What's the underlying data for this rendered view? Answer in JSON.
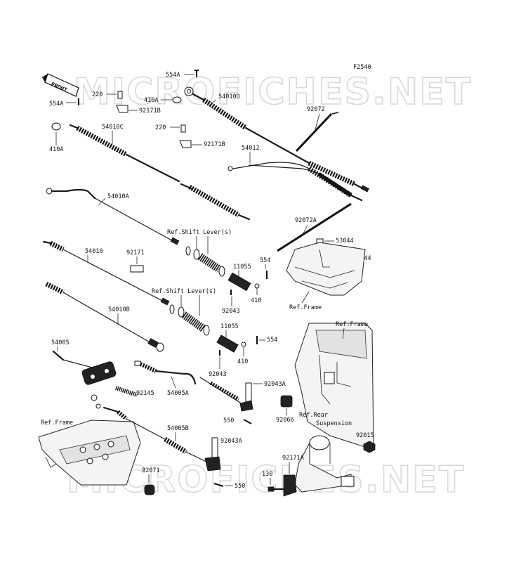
{
  "figure_code": "F2540",
  "watermark": "MICROFICHES.NET",
  "front_arrow_label": "FRONT",
  "labels": {
    "l554A_top": "554A",
    "l554A_left": "554A",
    "l220_a": "220",
    "l220_b": "220",
    "l410A_a": "410A",
    "l410A_b": "410A",
    "l92171B_a": "92171B",
    "l92171B_b": "92171B",
    "l54010D": "54010D",
    "l54010C": "54010C",
    "l92072": "92072",
    "l54012": "54012",
    "l54010A": "54010A",
    "l92072A": "92072A",
    "l53044_a": "53044",
    "l53044_b": "53044",
    "l_refshift_a": "Ref.Shift Lever(s)",
    "l_refshift_b": "Ref.Shift Lever(s)",
    "l54010": "54010",
    "l92171": "92171",
    "l11055_a": "11055",
    "l11055_b": "11055",
    "l554_a": "554",
    "l554_b": "554",
    "l410_a": "410",
    "l410_b": "410",
    "l92043_a": "92043",
    "l92043_b": "92043",
    "l_refframe_a": "Ref.Frame",
    "l_refframe_b": "Ref.Frame",
    "l_refframe_c": "Ref.Frame",
    "l54010B": "54010B",
    "l54005": "54005",
    "l54005A": "54005A",
    "l92043A_a": "92043A",
    "l92043A_b": "92043A",
    "l92145": "92145",
    "l550_a": "550",
    "l550_b": "550",
    "l92066": "92066",
    "l_refrear_1": "Ref.Rear",
    "l_refrear_2": "Suspension",
    "l54005B": "54005B",
    "l92015": "92015",
    "l92171A": "92171A",
    "l130": "130",
    "l92071": "92071"
  }
}
